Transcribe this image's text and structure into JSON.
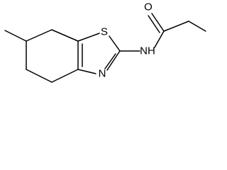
{
  "molecule": {
    "atoms": {
      "sulfur": "S",
      "ring_nitrogen": "N",
      "amide_nh": "NH",
      "carbonyl_oxygen": "O"
    }
  }
}
